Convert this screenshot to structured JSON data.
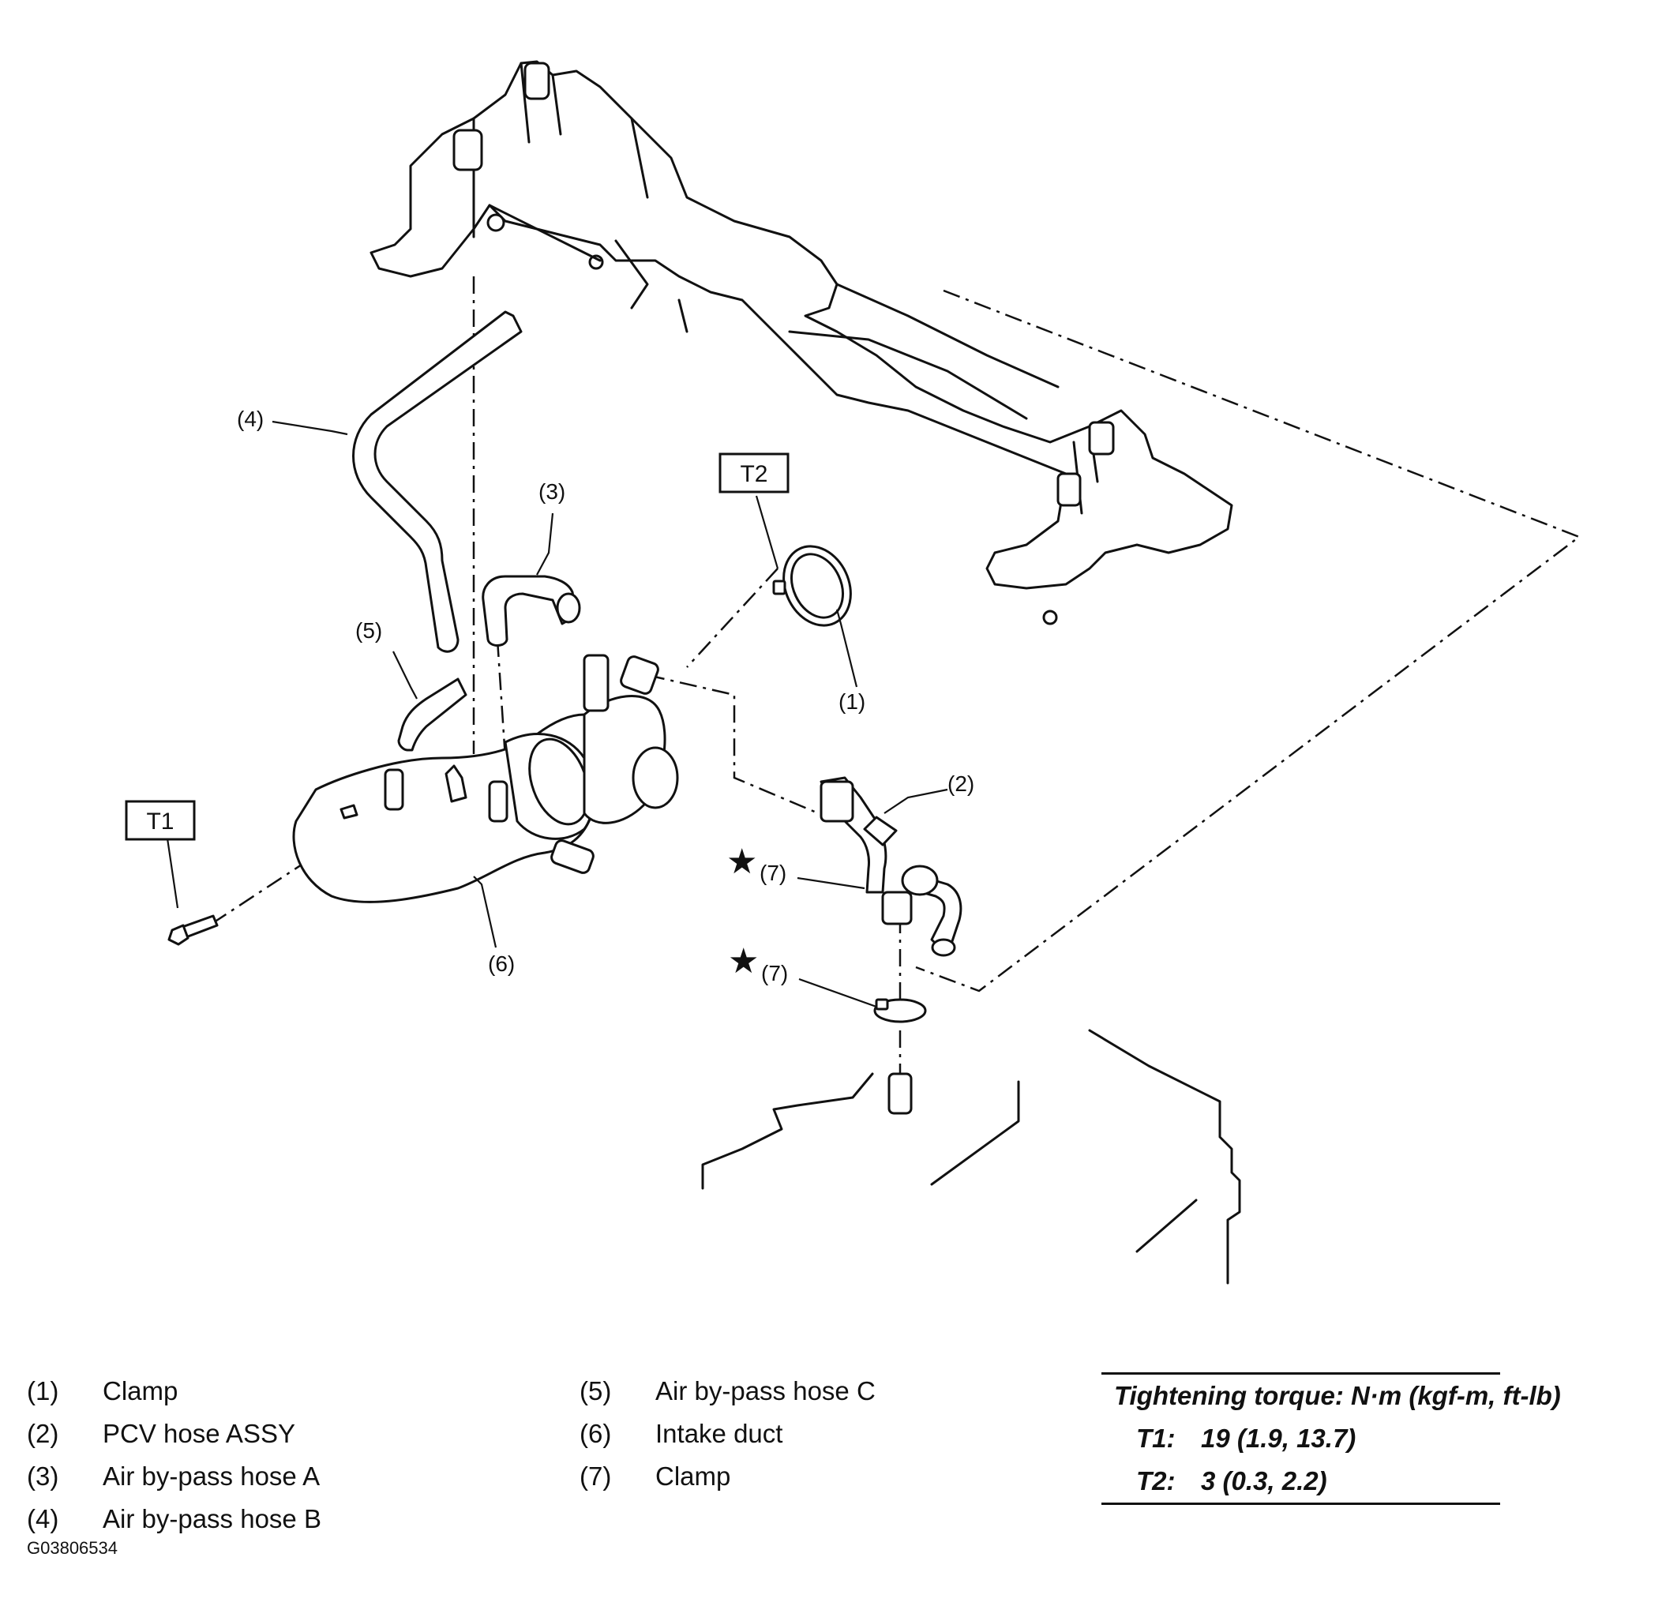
{
  "diagram": {
    "callouts": {
      "c1": "(1)",
      "c2": "(2)",
      "c3": "(3)",
      "c4": "(4)",
      "c5": "(5)",
      "c6": "(6)",
      "c7a": "(7)",
      "c7b": "(7)"
    },
    "torque_boxes": {
      "t1": "T1",
      "t2": "T2"
    },
    "star_symbol": "★"
  },
  "legend": {
    "left": [
      {
        "num": "(1)",
        "label": "Clamp"
      },
      {
        "num": "(2)",
        "label": "PCV hose ASSY"
      },
      {
        "num": "(3)",
        "label": "Air by-pass hose A"
      },
      {
        "num": "(4)",
        "label": "Air by-pass hose B"
      }
    ],
    "middle": [
      {
        "num": "(5)",
        "label": "Air by-pass hose C"
      },
      {
        "num": "(6)",
        "label": "Intake duct"
      },
      {
        "num": "(7)",
        "label": "Clamp"
      }
    ]
  },
  "torque": {
    "title": "Tightening torque: N·m (kgf-m, ft-lb)",
    "rows": [
      {
        "key": "T1:",
        "value": "19 (1.9, 13.7)"
      },
      {
        "key": "T2:",
        "value": "3 (0.3, 2.2)"
      }
    ]
  },
  "figure_id": "G03806534"
}
